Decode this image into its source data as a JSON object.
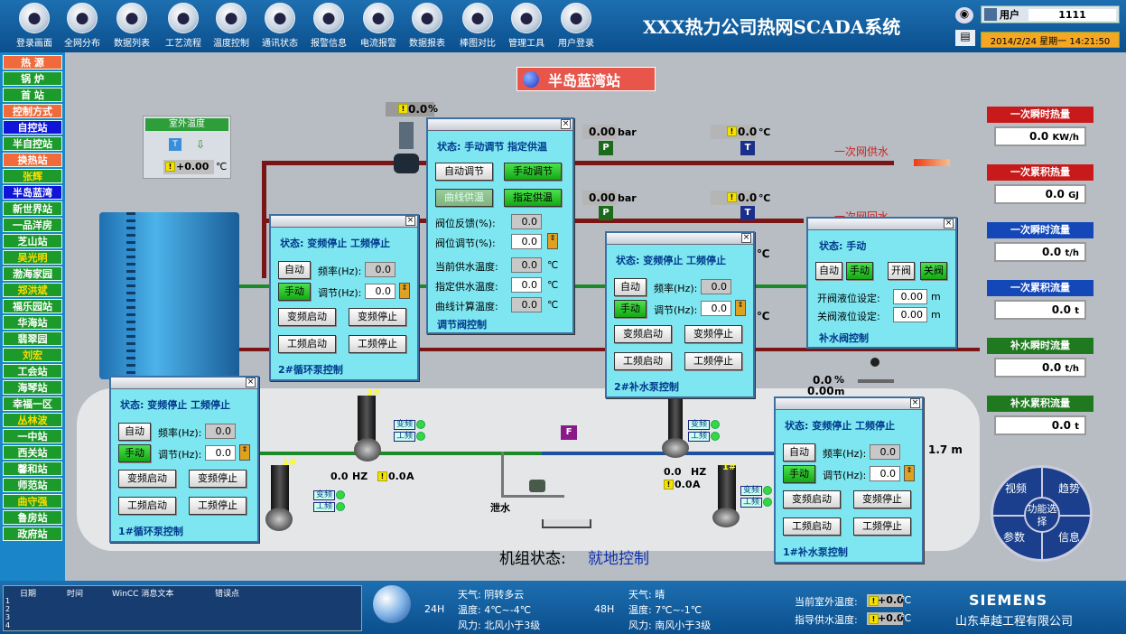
{
  "app_title": "XXX热力公司热网SCADA系统",
  "toolbar": [
    "登录画面",
    "全网分布",
    "数据列表",
    "工艺流程",
    "温度控制",
    "通讯状态",
    "报警信息",
    "电流报警",
    "数据报表",
    "棒图对比",
    "管理工具",
    "用户登录"
  ],
  "toolbar_icons": [
    "home-icon",
    "globe-icon",
    "list-icon",
    "flow-icon",
    "temperature-icon",
    "signal-icon",
    "alarm-icon",
    "current-alarm-icon",
    "folder-icon",
    "bar-chart-icon",
    "tools-icon",
    "lock-icon"
  ],
  "user": {
    "label": "用户",
    "value": "1111"
  },
  "datetime": "2014/2/24 星期一 14:21:50",
  "sidebar": [
    {
      "label": "热 源",
      "style": "hdr"
    },
    {
      "label": "锅 炉",
      "style": "g"
    },
    {
      "label": "首 站",
      "style": "g"
    },
    {
      "label": "控制方式",
      "style": "hdr"
    },
    {
      "label": "自控站",
      "style": "b"
    },
    {
      "label": "半自控站",
      "style": "g"
    },
    {
      "label": "换热站",
      "style": "hdr"
    },
    {
      "label": "张辉",
      "style": "y"
    },
    {
      "label": "半岛蓝湾",
      "style": "b"
    },
    {
      "label": "新世界站",
      "style": "g"
    },
    {
      "label": "一品洋房",
      "style": "g"
    },
    {
      "label": "芝山站",
      "style": "g"
    },
    {
      "label": "吴光明",
      "style": "y"
    },
    {
      "label": "渤海家园",
      "style": "g"
    },
    {
      "label": "郑洪斌",
      "style": "y"
    },
    {
      "label": "福乐园站",
      "style": "g"
    },
    {
      "label": "华海站",
      "style": "g"
    },
    {
      "label": "翡翠园",
      "style": "g"
    },
    {
      "label": "刘宏",
      "style": "y"
    },
    {
      "label": "工会站",
      "style": "g"
    },
    {
      "label": "海琴站",
      "style": "g"
    },
    {
      "label": "幸福一区",
      "style": "g"
    },
    {
      "label": "丛林波",
      "style": "y"
    },
    {
      "label": "一中站",
      "style": "g"
    },
    {
      "label": "西关站",
      "style": "g"
    },
    {
      "label": "馨和站",
      "style": "g"
    },
    {
      "label": "师范站",
      "style": "g"
    },
    {
      "label": "曲守强",
      "style": "y"
    },
    {
      "label": "鲁房站",
      "style": "g"
    },
    {
      "label": "政府站",
      "style": "g"
    }
  ],
  "station_title": "半岛蓝湾站",
  "outdoor": {
    "title": "室外温度",
    "value": "+0.00",
    "unit": "℃"
  },
  "valve_pct": {
    "value": "0.0",
    "unit": "%"
  },
  "pressure_supply": {
    "value": "0.00",
    "unit": "bar"
  },
  "pressure_return": {
    "value": "0.00",
    "unit": "bar"
  },
  "temp_supply": {
    "value": "0.0",
    "unit": "℃"
  },
  "temp_return": {
    "value": "0.0",
    "unit": "℃"
  },
  "primary_supply_label": "一次网供水",
  "primary_return_label": "一次网回水",
  "makeup_pct": {
    "value": "0.0",
    "unit": "%"
  },
  "makeup_level": {
    "value": "0.00",
    "unit": "m"
  },
  "level_17": "1.7 m",
  "unit_c": "℃",
  "pump_readings": [
    {
      "hz": "0.0",
      "hz_unit": "HZ",
      "a": "0.0",
      "a_unit": "A"
    },
    {
      "hz": "0.0",
      "hz_unit": "HZ",
      "a": "0.0",
      "a_unit": "A"
    }
  ],
  "pump_labels": [
    "2#",
    "1#",
    "1#",
    "2#"
  ],
  "vf_label": "变频",
  "pf_label": "工频",
  "drain_label": "泄水",
  "unit_state": {
    "label": "机组状态:",
    "value": "就地控制"
  },
  "win_valve": {
    "state": "状态: 手动调节  指定供温",
    "btns": [
      "自动调节",
      "手动调节",
      "曲线供温",
      "指定供温"
    ],
    "rows": [
      {
        "label": "阀位反馈(%):",
        "value": "0.0",
        "unit": ""
      },
      {
        "label": "阀位调节(%):",
        "value": "0.0",
        "unit": ""
      },
      {
        "label": "当前供水温度:",
        "value": "0.0",
        "unit": "℃"
      },
      {
        "label": "指定供水温度:",
        "value": "0.0",
        "unit": "℃"
      },
      {
        "label": "曲线计算温度:",
        "value": "0.0",
        "unit": "℃"
      }
    ],
    "footer": "调节阀控制"
  },
  "win_circ2": {
    "state": "状态: 变频停止  工频停止",
    "auto": "自动",
    "manual": "手动",
    "freq_label": "频率(Hz):",
    "freq": "0.0",
    "adj_label": "调节(Hz):",
    "adj": "0.0",
    "vf_start": "变频启动",
    "vf_stop": "变频停止",
    "pf_start": "工频启动",
    "pf_stop": "工频停止",
    "footer": "2#循环泵控制"
  },
  "win_circ1": {
    "state": "状态: 变频停止  工频停止",
    "auto": "自动",
    "manual": "手动",
    "freq_label": "频率(Hz):",
    "freq": "0.0",
    "adj_label": "调节(Hz):",
    "adj": "0.0",
    "vf_start": "变频启动",
    "vf_stop": "变频停止",
    "pf_start": "工频启动",
    "pf_stop": "工频停止",
    "footer": "1#循环泵控制"
  },
  "win_make2": {
    "state": "状态: 变频停止  工频停止",
    "auto": "自动",
    "manual": "手动",
    "freq_label": "频率(Hz):",
    "freq": "0.0",
    "adj_label": "调节(Hz):",
    "adj": "0.0",
    "vf_start": "变频启动",
    "vf_stop": "变频停止",
    "pf_start": "工频启动",
    "pf_stop": "工频停止",
    "footer": "2#补水泵控制"
  },
  "win_make1": {
    "state": "状态: 变频停止  工频停止",
    "auto": "自动",
    "manual": "手动",
    "freq_label": "频率(Hz):",
    "freq": "0.0",
    "adj_label": "调节(Hz):",
    "adj": "0.0",
    "vf_start": "变频启动",
    "vf_stop": "变频停止",
    "pf_start": "工频启动",
    "pf_stop": "工频停止",
    "footer": "1#补水泵控制"
  },
  "win_mvalve": {
    "state": "状态:    手动",
    "auto": "自动",
    "manual": "手动",
    "open": "开阀",
    "close": "关阀",
    "open_label": "开阀液位设定:",
    "open_val": "0.00",
    "close_label": "关阀液位设定:",
    "close_val": "0.00",
    "unit": "m",
    "footer": "补水阀控制"
  },
  "right_panels": [
    {
      "title": "一次瞬时热量",
      "value": "0.0",
      "unit": "KW/h",
      "color": "#c81a1a"
    },
    {
      "title": "一次累积热量",
      "value": "0.0",
      "unit": "GJ",
      "color": "#c81a1a"
    },
    {
      "title": "一次瞬时流量",
      "value": "0.0",
      "unit": "t/h",
      "color": "#1448b8"
    },
    {
      "title": "一次累积流量",
      "value": "0.0",
      "unit": "t",
      "color": "#1448b8"
    },
    {
      "title": "补水瞬时流量",
      "value": "0.0",
      "unit": "t/h",
      "color": "#1f7a1f"
    },
    {
      "title": "补水累积流量",
      "value": "0.0",
      "unit": "t",
      "color": "#1f7a1f"
    }
  ],
  "func_wheel": {
    "center": "功能选择",
    "items": [
      "视频",
      "趋势",
      "参数",
      "信息"
    ]
  },
  "msg_table": {
    "headers": [
      "日期",
      "时间",
      "WinCC 消息文本",
      "错误点"
    ],
    "rows": [
      "1",
      "2",
      "3",
      "4"
    ]
  },
  "weather": {
    "h24": "24H",
    "h48": "48H",
    "d1": {
      "weather": "天气: 阴转多云",
      "temp": "温度: 4℃~-4℃",
      "wind": "风力: 北风小于3级"
    },
    "d2": {
      "weather": "天气: 晴",
      "temp": "温度: 7℃~-1℃",
      "wind": "风力: 南风小于3级"
    }
  },
  "cur_outdoor": {
    "label": "当前室外温度:",
    "value": "+0.0",
    "unit": "℃"
  },
  "target_supply": {
    "label": "指导供水温度:",
    "value": "+0.0",
    "unit": "℃"
  },
  "brand": "SIEMENS",
  "company": "山东卓越工程有限公司",
  "colors": {
    "sidebar_hdr": "#f06a3c",
    "sidebar_green": "#1d9a2c",
    "sidebar_blue": "#1014d8",
    "sidebar_yellow": "#e6c800",
    "window_bg": "#7de6f0",
    "pipe_red": "#8b1a1a",
    "pipe_green": "#1d8a2a",
    "pipe_blue": "#1f4fa0"
  }
}
